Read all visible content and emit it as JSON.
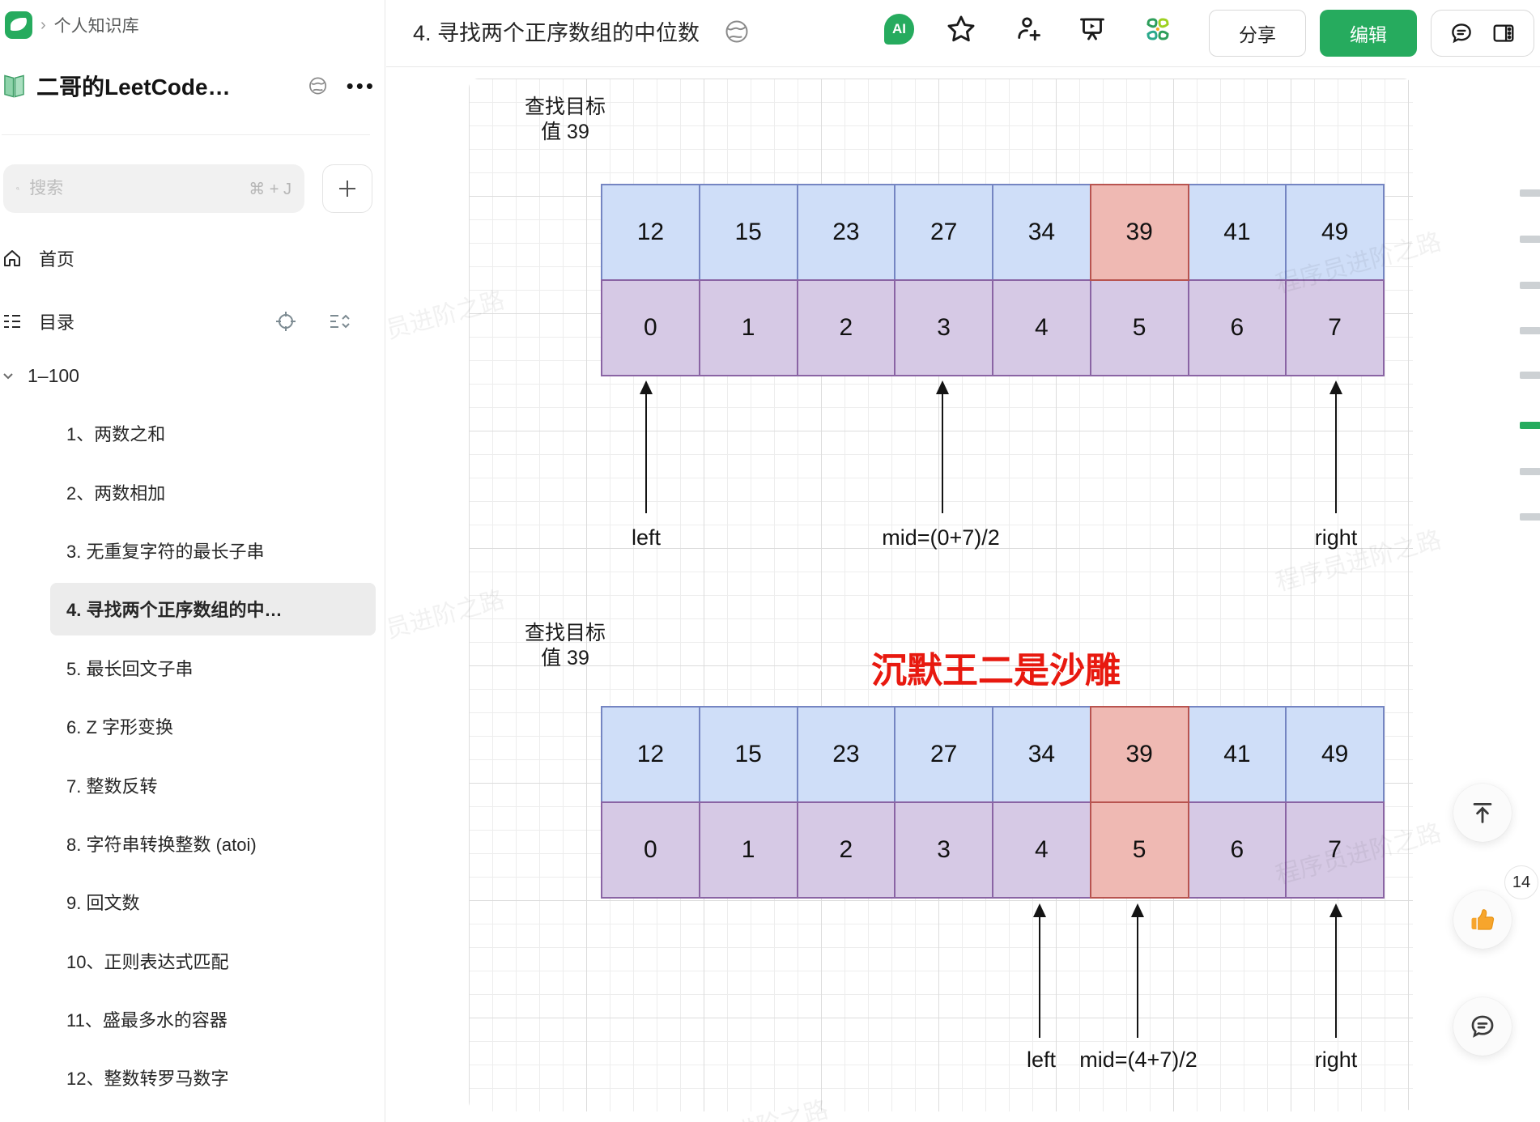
{
  "sidebar": {
    "breadcrumb": "个人知识库",
    "book": {
      "title": "二哥的LeetCode…"
    },
    "search": {
      "placeholder": "搜索",
      "shortcut": "⌘ + J"
    },
    "nav": {
      "home": "首页",
      "toc": "目录"
    },
    "group": "1–100",
    "items": [
      {
        "label": "1、两数之和"
      },
      {
        "label": "2、两数相加"
      },
      {
        "label": "3. 无重复字符的最长子串"
      },
      {
        "label": "4. 寻找两个正序数组的中…",
        "selected": true
      },
      {
        "label": "5. 最长回文子串"
      },
      {
        "label": "6. Z 字形变换"
      },
      {
        "label": "7. 整数反转"
      },
      {
        "label": "8. 字符串转换整数 (atoi)"
      },
      {
        "label": "9. 回文数"
      },
      {
        "label": "10、正则表达式匹配"
      },
      {
        "label": "11、盛最多水的容器"
      },
      {
        "label": "12、整数转罗马数字"
      }
    ]
  },
  "header": {
    "title": "4. 寻找两个正序数组的中位数",
    "ai_label": "AI",
    "share_label": "分享",
    "edit_label": "编辑"
  },
  "canvas": {
    "watermark": "程序员进阶之路",
    "annotation": "沉默王二是沙雕",
    "diagrams": [
      {
        "target_line1": "查找目标",
        "target_line2": "值 39",
        "values": [
          "12",
          "15",
          "23",
          "27",
          "34",
          "39",
          "41",
          "49"
        ],
        "indices": [
          "0",
          "1",
          "2",
          "3",
          "4",
          "5",
          "6",
          "7"
        ],
        "highlight_column": 5,
        "pointers": [
          {
            "label": "left",
            "column": 0
          },
          {
            "label": "mid=(0+7)/2",
            "column": 3
          },
          {
            "label": "right",
            "column": 7
          }
        ]
      },
      {
        "target_line1": "查找目标",
        "target_line2": "值 39",
        "values": [
          "12",
          "15",
          "23",
          "27",
          "34",
          "39",
          "41",
          "49"
        ],
        "indices": [
          "0",
          "1",
          "2",
          "3",
          "4",
          "5",
          "6",
          "7"
        ],
        "highlight_column": 5,
        "pointers": [
          {
            "label": "left",
            "column": 4
          },
          {
            "label": "mid=(4+7)/2",
            "column": 5
          },
          {
            "label": "right",
            "column": 7
          }
        ]
      }
    ]
  },
  "floating": {
    "like_count": "14"
  },
  "colors": {
    "brand_green": "#26ab5e",
    "cell_blue_fill": "#cfdef8",
    "cell_blue_border": "#7585c2",
    "cell_purple_fill": "#d6c9e5",
    "cell_purple_border": "#8a64a4",
    "cell_red_fill": "#efb9b3",
    "cell_red_border": "#b85450",
    "annotation_red": "#e8190f"
  }
}
